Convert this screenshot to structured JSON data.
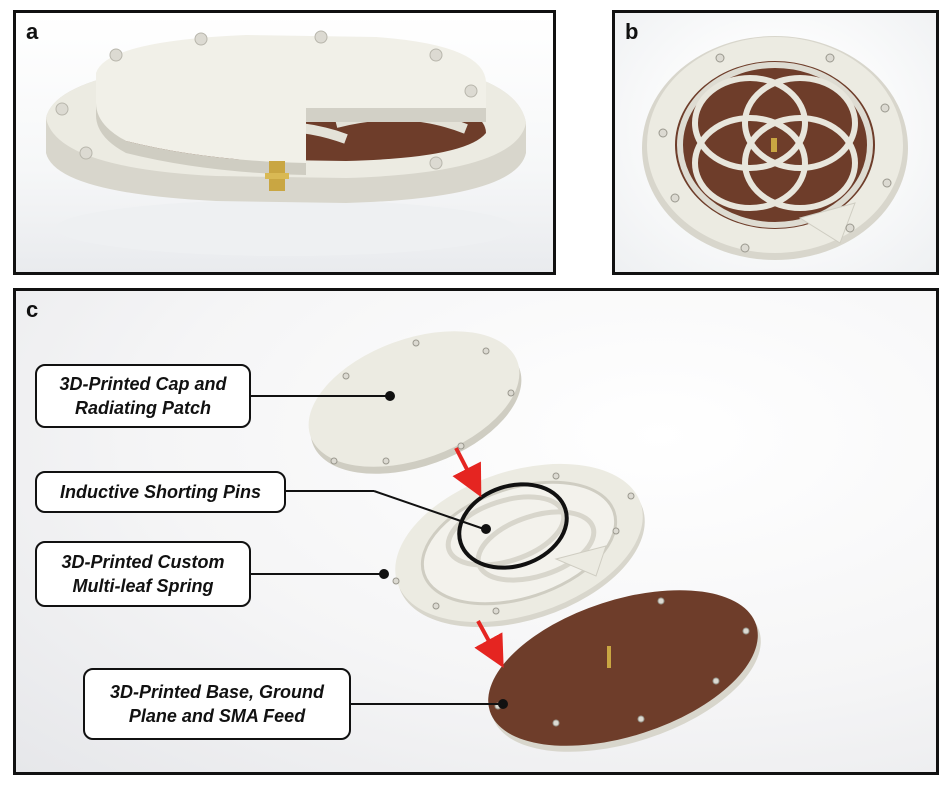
{
  "panels": {
    "a": {
      "letter": "a"
    },
    "b": {
      "letter": "b"
    },
    "c": {
      "letter": "c"
    }
  },
  "callouts": {
    "cap": {
      "line1": "3D-Printed Cap and",
      "line2": "Radiating Patch"
    },
    "pins": {
      "line1": "Inductive Shorting Pins"
    },
    "spring": {
      "line1": "3D-Printed Custom",
      "line2": "Multi-leaf Spring"
    },
    "base": {
      "line1": "3D-Printed Base, Ground",
      "line2": "Plane and SMA Feed"
    }
  },
  "colors": {
    "plastic": "#ecebe2",
    "plastic_shade": "#cfcdc2",
    "copper": "#6e3d2a",
    "arrow": "#e52521",
    "border": "#111111"
  }
}
